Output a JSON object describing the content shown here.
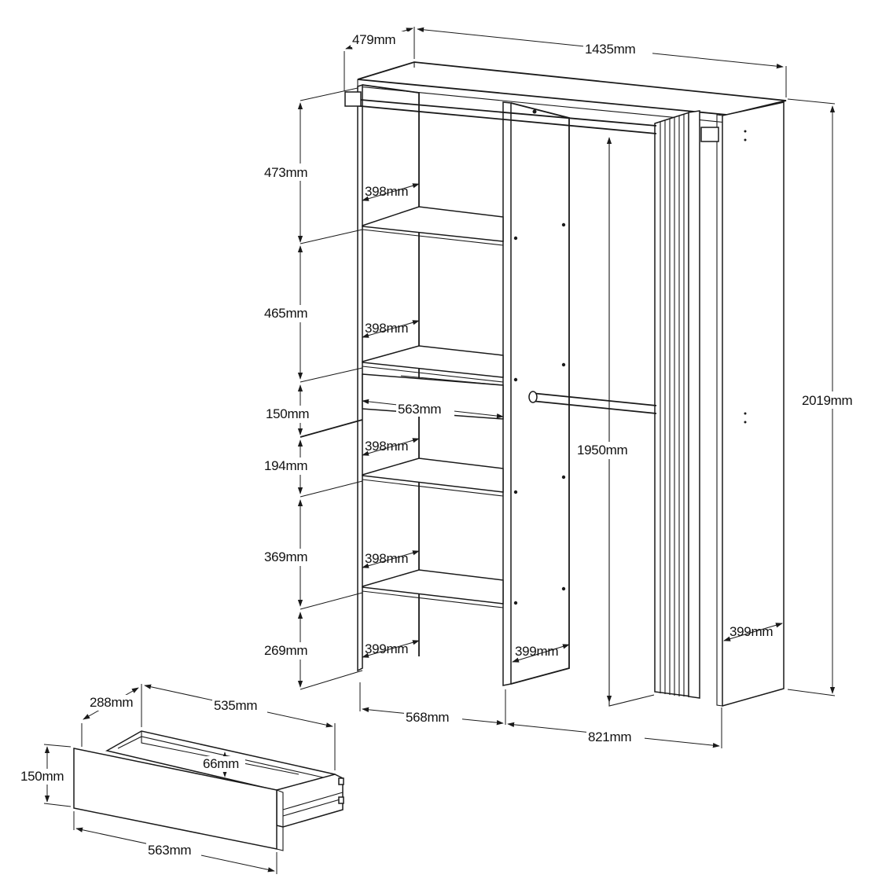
{
  "wardrobe": {
    "overall_width": "1435mm",
    "overall_depth": "479mm",
    "overall_height": "2019mm",
    "hanging_height": "1950mm",
    "left_gap_1": "473mm",
    "left_gap_2": "465mm",
    "drawer_space": "150mm",
    "left_gap_3": "194mm",
    "left_gap_4": "369mm",
    "left_gap_5": "269mm",
    "shelf_depth_1": "398mm",
    "shelf_depth_2": "398mm",
    "shelf_depth_3": "398mm",
    "shelf_depth_4": "398mm",
    "drawer_opening_width": "563mm",
    "left_panel_depth": "399mm",
    "middle_panel_depth": "399mm",
    "right_panel_depth": "399mm",
    "left_section_width": "568mm",
    "right_section_width": "821mm"
  },
  "drawer": {
    "depth": "288mm",
    "inner_length": "535mm",
    "inner_height": "66mm",
    "front_height": "150mm",
    "front_width": "563mm"
  }
}
